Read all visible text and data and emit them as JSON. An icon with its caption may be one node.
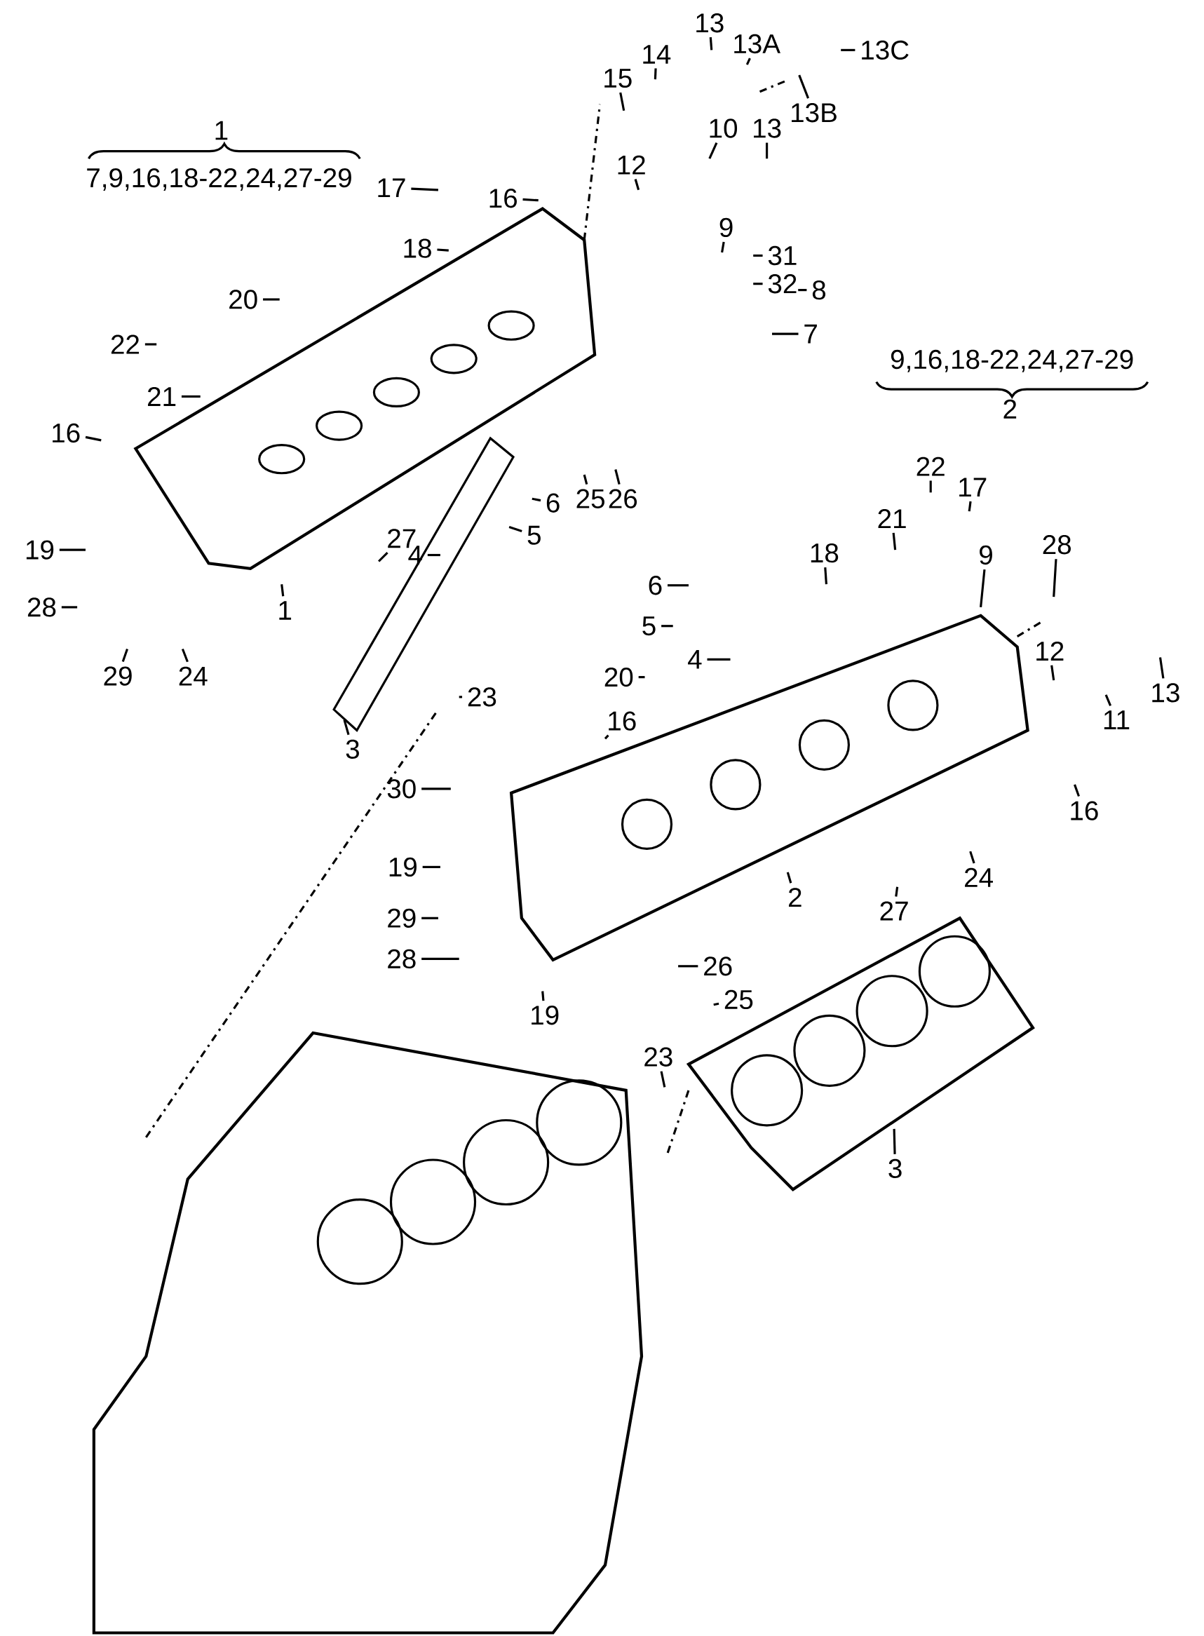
{
  "diagram": {
    "nodes": [
      {
        "text": [
          "13"
        ]
      },
      {
        "text": [
          "13A"
        ]
      },
      {
        "text": [
          "13C"
        ]
      },
      {
        "text": [
          "14"
        ]
      },
      {
        "text": [
          "15"
        ]
      },
      {
        "text": [
          "13B"
        ]
      },
      {
        "text": [
          "10"
        ]
      },
      {
        "text": [
          "13"
        ]
      },
      {
        "text": [
          "12"
        ]
      },
      {
        "text": [
          "17"
        ]
      },
      {
        "text": [
          "16"
        ]
      },
      {
        "text": [
          "18"
        ]
      },
      {
        "text": [
          "9"
        ]
      },
      {
        "text": [
          "31"
        ]
      },
      {
        "text": [
          "32"
        ]
      },
      {
        "text": [
          "8"
        ]
      },
      {
        "text": [
          "20"
        ]
      },
      {
        "text": [
          "7"
        ]
      },
      {
        "text": [
          "22"
        ]
      },
      {
        "text": [
          "21"
        ]
      },
      {
        "text": [
          "16"
        ]
      },
      {
        "text": [
          "26"
        ]
      },
      {
        "text": [
          "25"
        ]
      },
      {
        "text": [
          "6"
        ]
      },
      {
        "text": [
          "5"
        ]
      },
      {
        "text": [
          "27"
        ]
      },
      {
        "text": [
          "4"
        ]
      },
      {
        "text": [
          "19"
        ]
      },
      {
        "text": [
          "28"
        ]
      },
      {
        "text": [
          "1"
        ]
      },
      {
        "text": [
          "29"
        ]
      },
      {
        "text": [
          "24"
        ]
      },
      {
        "text": [
          "23"
        ]
      },
      {
        "text": [
          "3"
        ]
      },
      {
        "text": [
          "22"
        ]
      },
      {
        "text": [
          "17"
        ]
      },
      {
        "text": [
          "21"
        ]
      },
      {
        "text": [
          "18"
        ]
      },
      {
        "text": [
          "9"
        ]
      },
      {
        "text": [
          "28"
        ]
      },
      {
        "text": [
          "6"
        ]
      },
      {
        "text": [
          "5"
        ]
      },
      {
        "text": [
          "4"
        ]
      },
      {
        "text": [
          "20"
        ]
      },
      {
        "text": [
          "12"
        ]
      },
      {
        "text": [
          "13"
        ]
      },
      {
        "text": [
          "11"
        ]
      },
      {
        "text": [
          "16"
        ]
      },
      {
        "text": [
          "30"
        ]
      },
      {
        "text": [
          "16"
        ]
      },
      {
        "text": [
          "19"
        ]
      },
      {
        "text": [
          "2"
        ]
      },
      {
        "text": [
          "24"
        ]
      },
      {
        "text": [
          "27"
        ]
      },
      {
        "text": [
          "29"
        ]
      },
      {
        "text": [
          "28"
        ]
      },
      {
        "text": [
          "26"
        ]
      },
      {
        "text": [
          "25"
        ]
      },
      {
        "text": [
          "19"
        ]
      },
      {
        "text": [
          "23"
        ]
      },
      {
        "text": [
          "3"
        ]
      }
    ],
    "edges": [
      {
        "from": 0,
        "to": null,
        "arrow": "none"
      },
      {
        "from": 1,
        "to": null,
        "arrow": "none"
      },
      {
        "from": 2,
        "to": null,
        "arrow": "none"
      },
      {
        "from": 3,
        "to": null,
        "arrow": "none"
      },
      {
        "from": 4,
        "to": null,
        "arrow": "none"
      },
      {
        "from": 5,
        "to": null,
        "arrow": "none"
      },
      {
        "from": 6,
        "to": null,
        "arrow": "none"
      },
      {
        "from": 7,
        "to": null,
        "arrow": "none"
      },
      {
        "from": 8,
        "to": null,
        "arrow": "none"
      },
      {
        "from": 9,
        "to": null,
        "arrow": "none"
      },
      {
        "from": 10,
        "to": null,
        "arrow": "none"
      },
      {
        "from": 11,
        "to": null,
        "arrow": "none"
      },
      {
        "from": 12,
        "to": null,
        "arrow": "none"
      },
      {
        "from": 13,
        "to": null,
        "arrow": "none"
      },
      {
        "from": 14,
        "to": null,
        "arrow": "none"
      },
      {
        "from": 15,
        "to": null,
        "arrow": "none"
      },
      {
        "from": 16,
        "to": null,
        "arrow": "none"
      },
      {
        "from": 17,
        "to": null,
        "arrow": "none"
      },
      {
        "from": 18,
        "to": null,
        "arrow": "none"
      },
      {
        "from": 19,
        "to": null,
        "arrow": "none"
      },
      {
        "from": 20,
        "to": null,
        "arrow": "none"
      },
      {
        "from": 21,
        "to": null,
        "arrow": "none"
      },
      {
        "from": 22,
        "to": null,
        "arrow": "none"
      },
      {
        "from": 23,
        "to": null,
        "arrow": "none"
      },
      {
        "from": 24,
        "to": null,
        "arrow": "none"
      },
      {
        "from": 25,
        "to": null,
        "arrow": "none"
      },
      {
        "from": 26,
        "to": null,
        "arrow": "none"
      },
      {
        "from": 27,
        "to": null,
        "arrow": "none"
      },
      {
        "from": 28,
        "to": null,
        "arrow": "none"
      },
      {
        "from": 29,
        "to": null,
        "arrow": "none"
      },
      {
        "from": 30,
        "to": null,
        "arrow": "none"
      },
      {
        "from": 31,
        "to": null,
        "arrow": "none"
      },
      {
        "from": 32,
        "to": null,
        "arrow": "none"
      },
      {
        "from": 33,
        "to": null,
        "arrow": "none"
      },
      {
        "from": 34,
        "to": null,
        "arrow": "none"
      },
      {
        "from": 35,
        "to": null,
        "arrow": "none"
      },
      {
        "from": 36,
        "to": null,
        "arrow": "none"
      },
      {
        "from": 37,
        "to": null,
        "arrow": "none"
      },
      {
        "from": 38,
        "to": null,
        "arrow": "none"
      },
      {
        "from": 39,
        "to": null,
        "arrow": "none"
      },
      {
        "from": 40,
        "to": null,
        "arrow": "none"
      },
      {
        "from": 41,
        "to": null,
        "arrow": "none"
      },
      {
        "from": 42,
        "to": null,
        "arrow": "none"
      },
      {
        "from": 43,
        "to": null,
        "arrow": "none"
      },
      {
        "from": 44,
        "to": null,
        "arrow": "none"
      },
      {
        "from": 45,
        "to": null,
        "arrow": "none"
      },
      {
        "from": 46,
        "to": null,
        "arrow": "none"
      },
      {
        "from": 47,
        "to": null,
        "arrow": "none"
      },
      {
        "from": 48,
        "to": null,
        "arrow": "none"
      },
      {
        "from": 49,
        "to": null,
        "arrow": "none"
      },
      {
        "from": 50,
        "to": null,
        "arrow": "none"
      },
      {
        "from": 51,
        "to": null,
        "arrow": "none"
      },
      {
        "from": 52,
        "to": null,
        "arrow": "none"
      },
      {
        "from": 53,
        "to": null,
        "arrow": "none"
      },
      {
        "from": 54,
        "to": null,
        "arrow": "none"
      },
      {
        "from": 55,
        "to": null,
        "arrow": "none"
      },
      {
        "from": 56,
        "to": null,
        "arrow": "none"
      },
      {
        "from": 57,
        "to": null,
        "arrow": "none"
      },
      {
        "from": 58,
        "to": null,
        "arrow": "none"
      },
      {
        "from": 59,
        "to": null,
        "arrow": "none"
      },
      {
        "from": 60,
        "to": null,
        "arrow": "none"
      }
    ],
    "labels": [
      "1",
      "7,9,16,18-22,24,27-29",
      "9,16,18-22,24,27-29",
      "2"
    ]
  }
}
